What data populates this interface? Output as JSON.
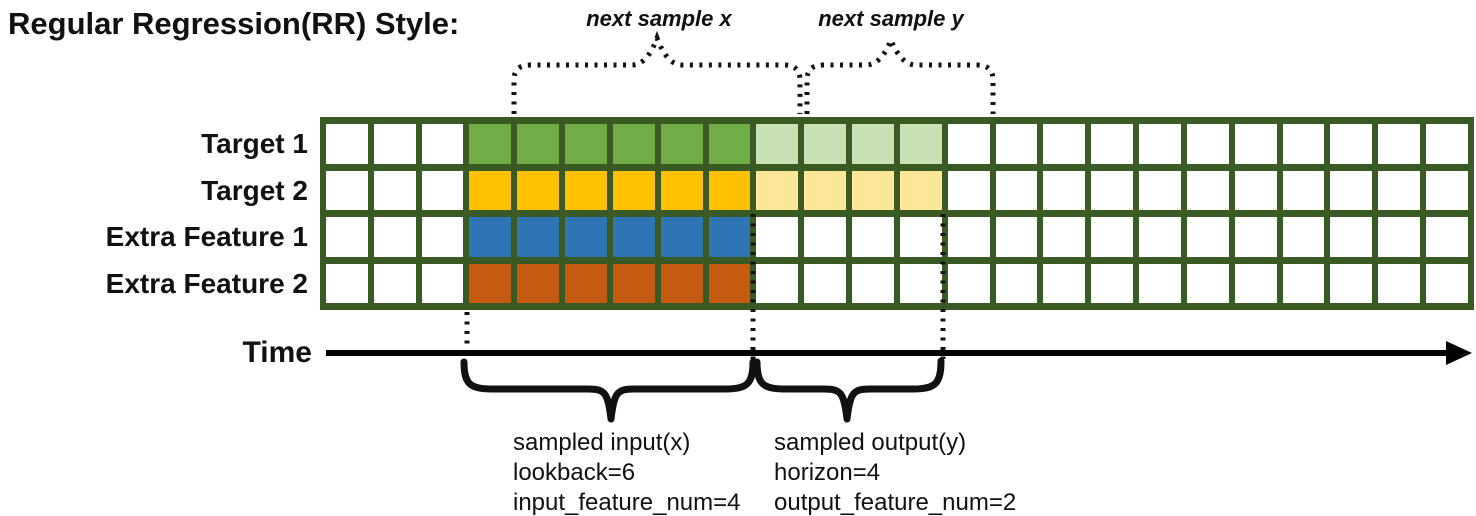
{
  "title": "Regular Regression(RR) Style:",
  "colors": {
    "grid_border": "#3A5A23",
    "target1": "#70AD47",
    "target1_light": "#C6E0B4",
    "target2": "#FFC000",
    "target2_light": "#FFE699",
    "extra1": "#2E75B6",
    "extra2": "#C55A11",
    "cell_bg": "#FFFFFF",
    "annotation": "#111111"
  },
  "top_annotations": {
    "next_x": "next sample x",
    "next_y": "next sample y"
  },
  "grid": {
    "columns": 24,
    "rows": [
      {
        "label": "Target 1",
        "fills": [
          {
            "start": 4,
            "end": 9,
            "color_key": "target1"
          },
          {
            "start": 10,
            "end": 13,
            "color_key": "target1_light"
          }
        ]
      },
      {
        "label": "Target 2",
        "fills": [
          {
            "start": 4,
            "end": 9,
            "color_key": "target2"
          },
          {
            "start": 10,
            "end": 13,
            "color_key": "target2_light"
          }
        ]
      },
      {
        "label": "Extra Feature 1",
        "fills": [
          {
            "start": 4,
            "end": 9,
            "color_key": "extra1"
          }
        ]
      },
      {
        "label": "Extra Feature 2",
        "fills": [
          {
            "start": 4,
            "end": 9,
            "color_key": "extra2"
          }
        ]
      }
    ]
  },
  "time_axis": {
    "label": "Time"
  },
  "bottom_annotations": {
    "input": {
      "lines": [
        "sampled input(x)",
        "lookback=6",
        "input_feature_num=4"
      ]
    },
    "output": {
      "lines": [
        "sampled output(y)",
        "horizon=4",
        "output_feature_num=2"
      ]
    }
  }
}
